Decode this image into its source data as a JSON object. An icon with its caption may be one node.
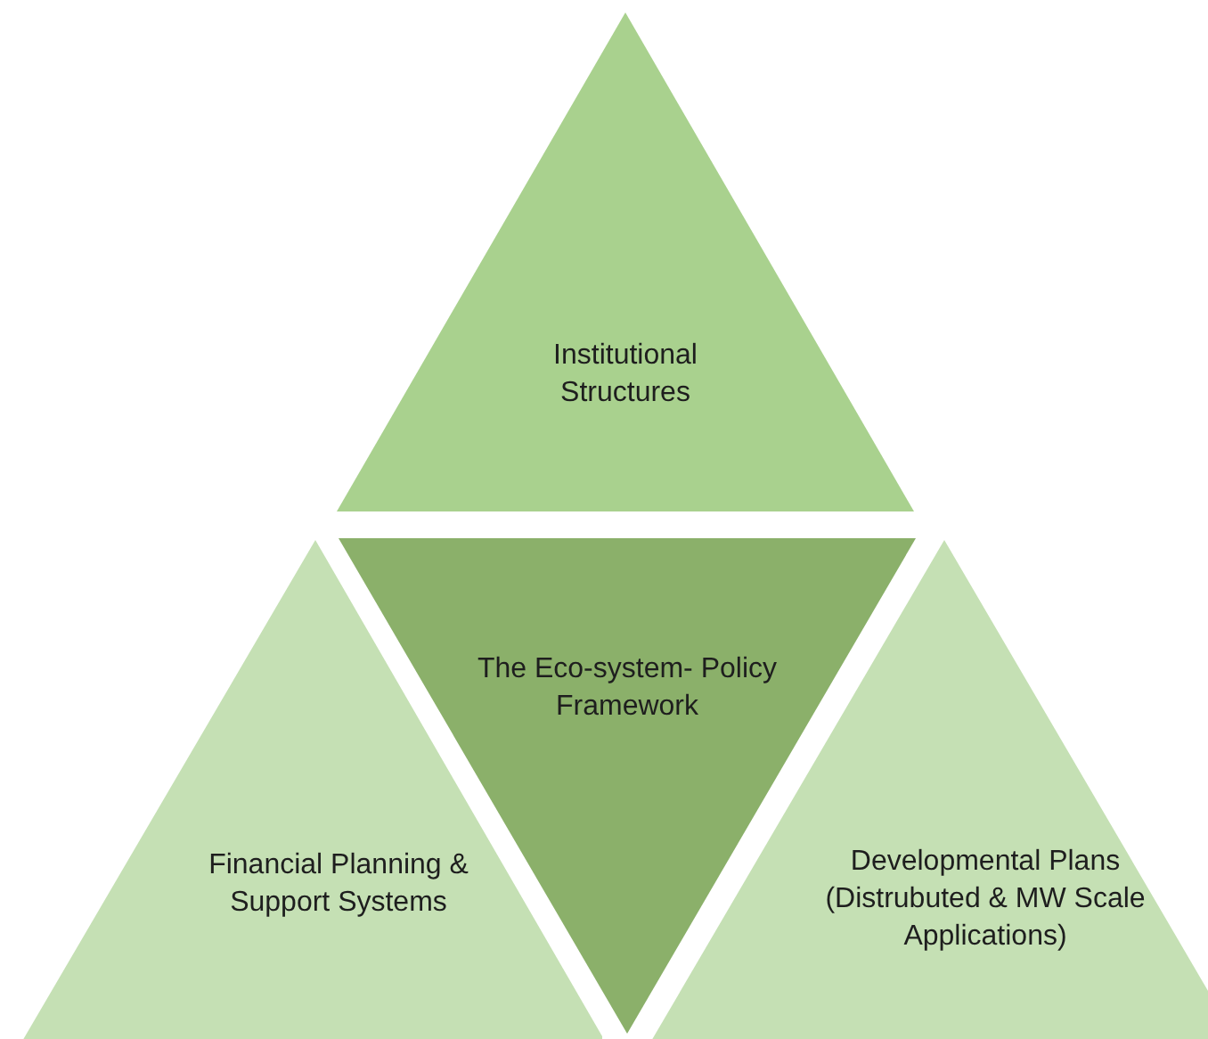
{
  "diagram": {
    "nodes": [
      {
        "text": [
          "Institutional Structures"
        ]
      },
      {
        "text": [
          "Financial Planning & Support Systems"
        ]
      },
      {
        "text": [
          "The Eco-system- Policy Framework"
        ]
      },
      {
        "text": [
          "Developmental Plans (Distrubuted & MW Scale Applications)"
        ]
      }
    ]
  }
}
